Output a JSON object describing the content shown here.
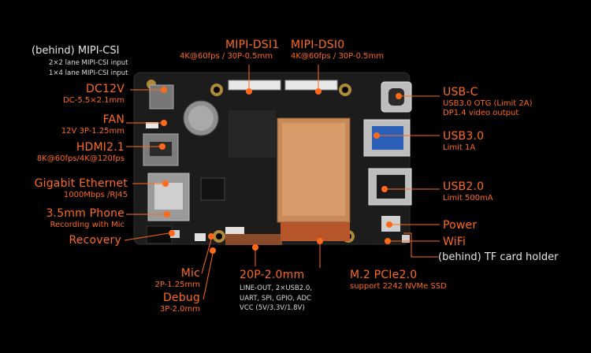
{
  "colors": {
    "accent": "#ff6a1a",
    "background": "#000000",
    "board": "#1b1b1b",
    "text_secondary": "#e6e6e6"
  },
  "labels": {
    "mipi_csi": {
      "title": "(behind) MIPI-CSI",
      "line1": "2×2 lane MIPI-CSI input",
      "line2": "1×4 lane MIPI-CSI input"
    },
    "mipi_dsi1": {
      "title": "MIPI-DSI1",
      "sub": "4K@60fps / 30P-0.5mm"
    },
    "mipi_dsi0": {
      "title": "MIPI-DSI0",
      "sub": "4K@60fps / 30P-0.5mm"
    },
    "dc12v": {
      "title": "DC12V",
      "sub": "DC-5.5×2.1mm"
    },
    "fan": {
      "title": "FAN",
      "sub": "12V 3P-1.25mm"
    },
    "hdmi": {
      "title": "HDMI2.1",
      "sub": "8K@60fps/4K@120fps"
    },
    "ethernet": {
      "title": "Gigabit Ethernet",
      "sub": "1000Mbps /RJ45"
    },
    "phone": {
      "title": "3.5mm Phone",
      "sub": "Recording with Mic"
    },
    "recovery": {
      "title": "Recovery"
    },
    "mic": {
      "title": "Mic",
      "sub": "2P-1.25mm"
    },
    "debug": {
      "title": "Debug",
      "sub": "3P-2.0mm"
    },
    "gpio": {
      "title": "20P-2.0mm",
      "line1": "LINE-OUT, 2×USB2.0,",
      "line2": "UART, SPI, GPIO, ADC",
      "line3": "VCC (5V/3.3V/1.8V)"
    },
    "m2": {
      "title": "M.2 PCIe2.0",
      "sub": "support 2242 NVMe SSD"
    },
    "usbc": {
      "title": "USB-C",
      "line1": "USB3.0 OTG (Limit 2A)",
      "line2": "DP1.4 video output"
    },
    "usb3": {
      "title": "USB3.0",
      "sub": "Limit 1A"
    },
    "usb2": {
      "title": "USB2.0",
      "sub": "Limit 500mA"
    },
    "power": {
      "title": "Power"
    },
    "wifi": {
      "title": "WiFi"
    },
    "tf": {
      "title": "(behind) TF card holder"
    }
  }
}
